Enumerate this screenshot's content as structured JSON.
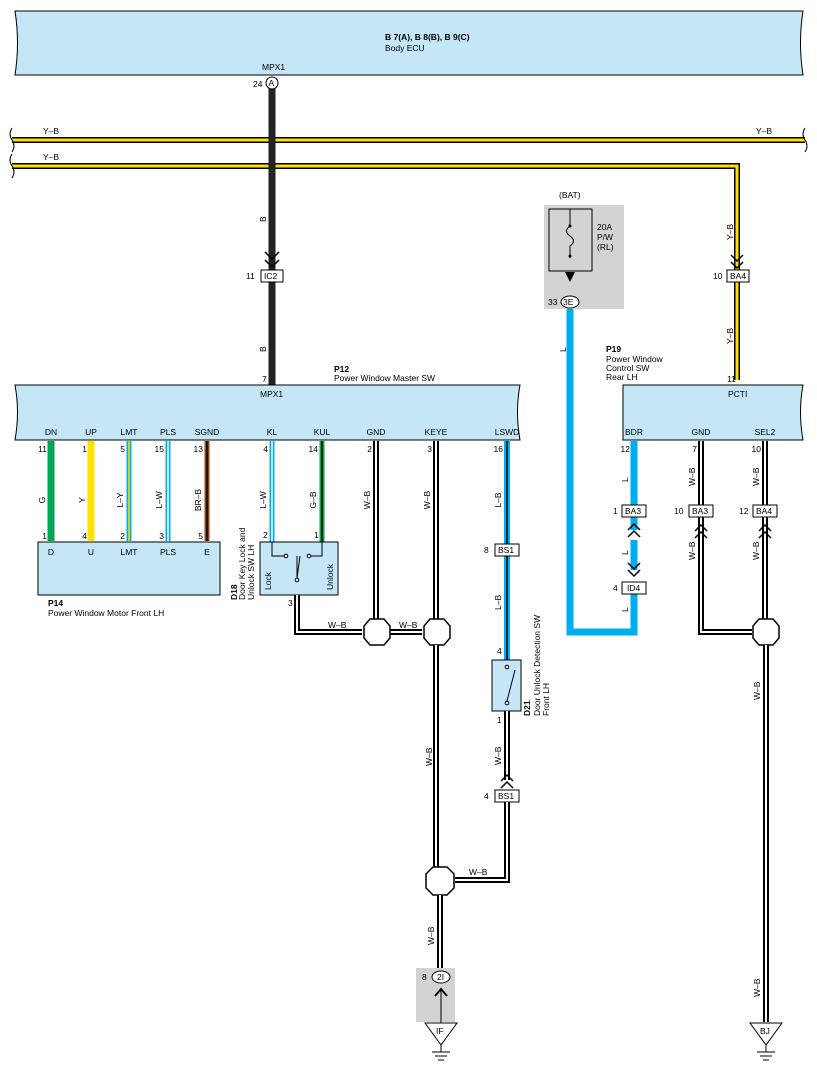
{
  "body_ecu": {
    "title": "B 7(A), B 8(B), B 9(C)",
    "subtitle": "Body ECU",
    "terminal": "MPX1",
    "pin": "24",
    "connector_letter": "A"
  },
  "bus_wires": {
    "top_left": "Y–B",
    "top_right": "Y–B",
    "second_left": "Y–B"
  },
  "wire_labels": {
    "b_upper": "B",
    "b_lower": "B",
    "ic2_pin": "11",
    "ic2": "IC2",
    "yb_down1": "Y–B",
    "yb_down2": "Y–B",
    "ba4_pin": "10",
    "ba4": "BA4",
    "l_fuse": "L"
  },
  "fuse": {
    "source": "(BAT)",
    "rating": "20A",
    "name": "P/W",
    "sub": "(RL)",
    "conn_pin": "33",
    "conn": "3E"
  },
  "master_sw": {
    "id": "P12",
    "name": "Power Window Master SW",
    "top_pin": "7",
    "top_term": "MPX1",
    "terms": [
      "DN",
      "UP",
      "LMT",
      "PLS",
      "SGND",
      "KL",
      "KUL",
      "GND",
      "KEYE",
      "LSWD"
    ],
    "pins": [
      "11",
      "1",
      "5",
      "15",
      "13",
      "4",
      "14",
      "2",
      "3",
      "16"
    ],
    "wires": [
      "G",
      "Y",
      "L–Y",
      "L–W",
      "BR–B",
      "L–W",
      "G–B",
      "W–B",
      "W–B",
      "L–B"
    ]
  },
  "motor": {
    "id": "P14",
    "name": "Power Window Motor Front LH",
    "terms": [
      "D",
      "U",
      "LMT",
      "PLS",
      "E"
    ],
    "pins": [
      "1",
      "4",
      "2",
      "3",
      "5"
    ]
  },
  "d18": {
    "id": "D18",
    "name1": "Door Key Lock and",
    "name2": "Unlock SW LH",
    "lock": "Lock",
    "unlock": "Unlock",
    "pin_kl": "2",
    "pin_kul": "1",
    "pin_gnd": "3",
    "wire_h1": "W–B",
    "wire_h2": "W–B"
  },
  "bs1": {
    "pin_top": "8",
    "name": "BS1",
    "wire_mid": "L–B",
    "pin_low": "4",
    "wire_low": "W–B"
  },
  "d21": {
    "id": "D21",
    "name1": "Door Unlock Detection SW",
    "name2": "Front LH",
    "pin_top": "4",
    "pin_bot": "1"
  },
  "left_ground": {
    "wire1": "W–B",
    "wire2": "W–B",
    "wire_h": "W–B",
    "pin": "8",
    "conn": "2I",
    "ground": "IF"
  },
  "rear_sw": {
    "id": "P19",
    "name1": "Power Window",
    "name2": "Control SW",
    "name3": "Rear LH",
    "top_pin": "11",
    "top_term": "PCTI",
    "terms": [
      "BDR",
      "GND",
      "SEL2"
    ],
    "pins": [
      "12",
      "7",
      "10"
    ],
    "wires": [
      "L",
      "W–B",
      "W–B"
    ]
  },
  "rear_conn": {
    "ba3a_pin": "1",
    "ba3a": "BA3",
    "ba3b_pin": "10",
    "ba3b": "BA3",
    "ba4_pin": "12",
    "ba4": "BA4",
    "l_mid": "L",
    "id4_pin": "4",
    "id4": "ID4",
    "l_low": "L",
    "wb1": "W–B",
    "wb2": "W–B",
    "wb3": "W–B",
    "wb4": "W–B",
    "ground": "BJ"
  },
  "colors": {
    "yellow": "#ffe000",
    "blue": "#00aeef",
    "green": "#00a651",
    "brown": "#8b4513",
    "box": "#c4e6f7"
  }
}
